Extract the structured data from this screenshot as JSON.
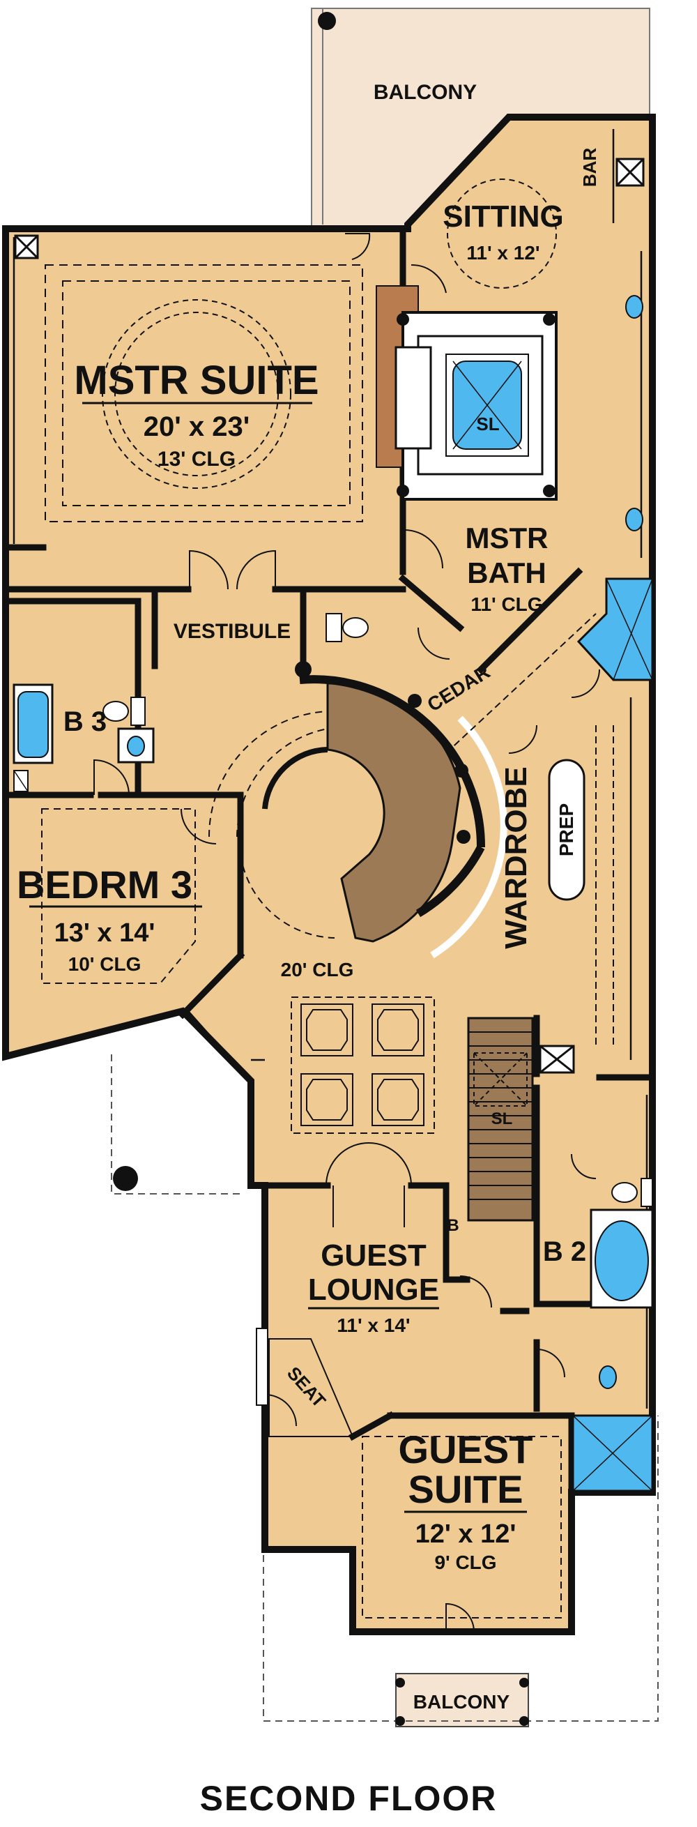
{
  "plan": {
    "title": "SECOND FLOOR",
    "colors": {
      "floor": "#EFCB93",
      "wall": "#111111",
      "water": "#4FB8EE",
      "stair": "#9C7A55",
      "accent": "#B87C4E",
      "balcony": "#F6E4D2"
    },
    "rooms": {
      "top_balcony": {
        "name": "BALCONY"
      },
      "bar": {
        "name": "BAR"
      },
      "sitting": {
        "name": "SITTING",
        "dim": "11' x 12'"
      },
      "master_suite": {
        "name": "MSTR SUITE",
        "dim": "20' x 23'",
        "clg": "13' CLG"
      },
      "shower_label": {
        "name": "SL"
      },
      "master_bath": {
        "name": "MSTR",
        "name2": "BATH",
        "clg": "11' CLG"
      },
      "vestibule": {
        "name": "VESTIBULE"
      },
      "cedar": {
        "name": "CEDAR"
      },
      "b3": {
        "name": "B 3"
      },
      "wardrobe": {
        "name": "WARDROBE"
      },
      "prep": {
        "name": "PREP"
      },
      "bedroom3": {
        "name": "BEDRM 3",
        "dim": "13' x 14'",
        "clg": "10' CLG"
      },
      "hall": {
        "clg": "20' CLG"
      },
      "stair_label": {
        "name": "SL"
      },
      "b_mark": {
        "name": "B"
      },
      "b2": {
        "name": "B 2"
      },
      "guest_lounge": {
        "name": "GUEST",
        "name2": "LOUNGE",
        "dim": "11' x 14'"
      },
      "seat": {
        "name": "SEAT"
      },
      "guest_suite": {
        "name": "GUEST",
        "name2": "SUITE",
        "dim": "12' x 12'",
        "clg": "9' CLG"
      },
      "bottom_balcony": {
        "name": "BALCONY"
      }
    }
  }
}
